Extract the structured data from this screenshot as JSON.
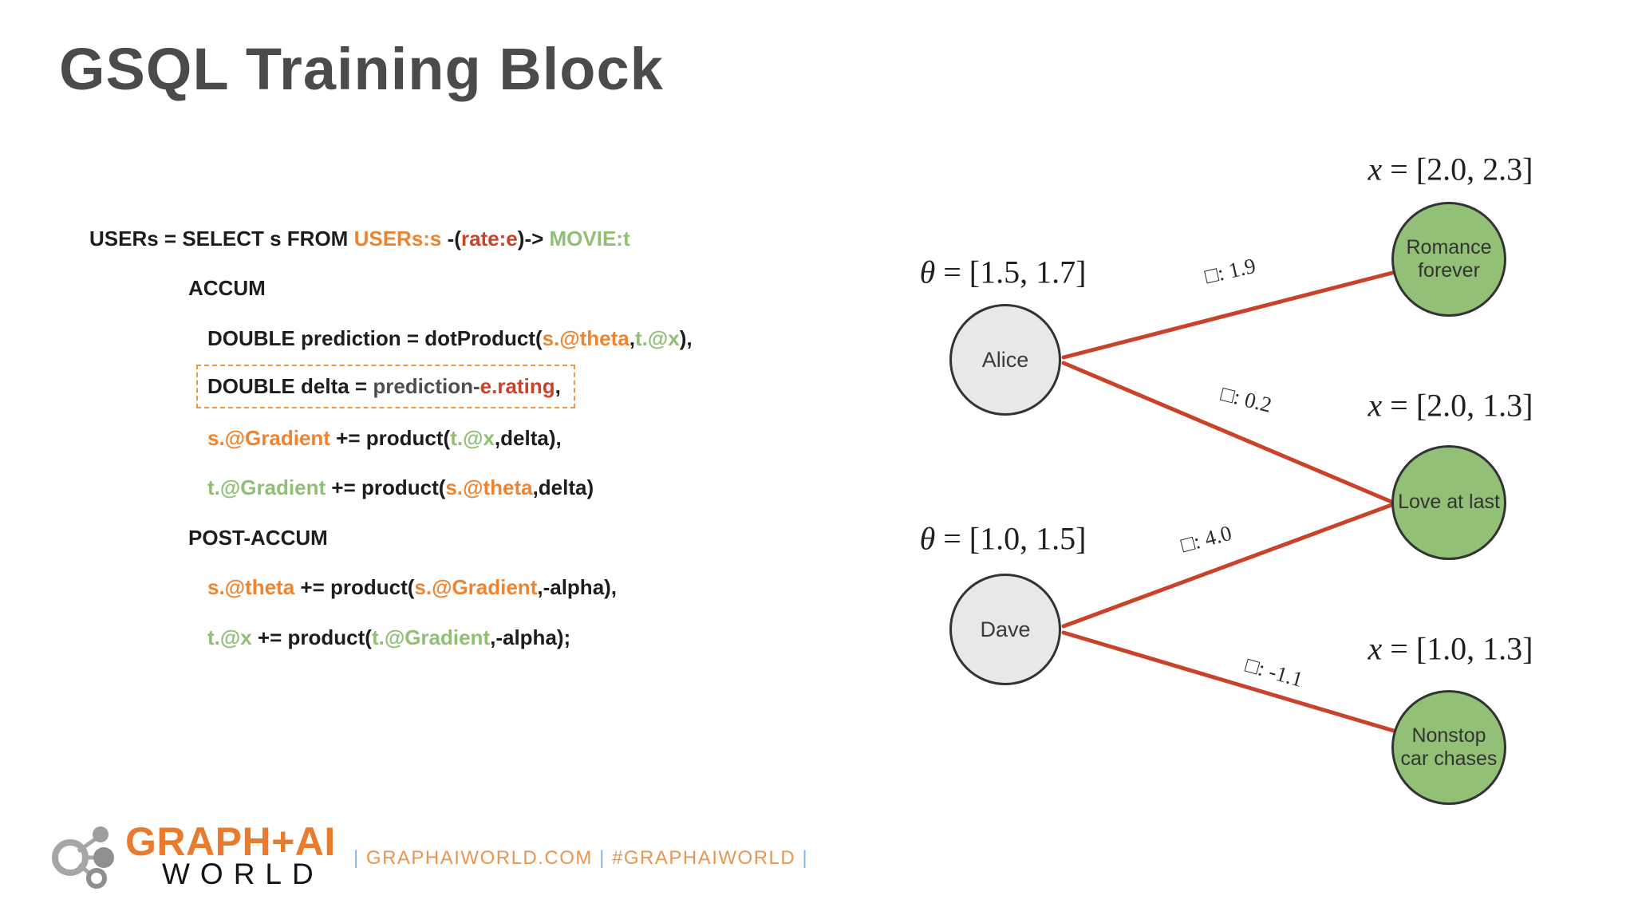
{
  "slide": {
    "title": "GSQL Training Block"
  },
  "colors": {
    "title": "#4b4b4b",
    "code_black": "#1d1d1f",
    "code_orange": "#ef8430",
    "code_red": "#c7432b",
    "code_green": "#8fc073",
    "code_gray": "#4f4f52",
    "delta_box_border": "#e79a43",
    "edge": "#c8432a",
    "user_node_fill": "#e9e7e8",
    "movie_node_fill": "#93c077",
    "node_border": "#333333",
    "logo_orange": "#e87b2e",
    "footer_link_orange": "#e8964d",
    "footer_pipe_blue": "#8ab5d9"
  },
  "code": {
    "lines": [
      {
        "indent": 0,
        "tokens": [
          {
            "t": "USERs = SELECT s FROM ",
            "c": "k"
          },
          {
            "t": "USERs:s",
            "c": "o"
          },
          {
            "t": " -(",
            "c": "k"
          },
          {
            "t": "rate:e",
            "c": "r"
          },
          {
            "t": ")-> ",
            "c": "k"
          },
          {
            "t": "MOVIE:t",
            "c": "g"
          }
        ]
      },
      {
        "indent": 1,
        "tokens": [
          {
            "t": "ACCUM",
            "c": "k"
          }
        ]
      },
      {
        "indent": 2,
        "tokens": [
          {
            "t": "DOUBLE prediction = dotProduct(",
            "c": "k"
          },
          {
            "t": "s.@theta",
            "c": "o"
          },
          {
            "t": ",",
            "c": "k"
          },
          {
            "t": "t.@x",
            "c": "g"
          },
          {
            "t": "),",
            "c": "k"
          }
        ]
      },
      {
        "indent": 2,
        "boxed": true,
        "tokens": [
          {
            "t": "DOUBLE delta = ",
            "c": "k"
          },
          {
            "t": "prediction-",
            "c": "gy"
          },
          {
            "t": "e.rating",
            "c": "r"
          },
          {
            "t": ",",
            "c": "k"
          }
        ]
      },
      {
        "indent": 2,
        "tokens": [
          {
            "t": "s.@Gradient",
            "c": "o"
          },
          {
            "t": " += product(",
            "c": "k"
          },
          {
            "t": "t.@x",
            "c": "g"
          },
          {
            "t": ",delta),",
            "c": "k"
          }
        ]
      },
      {
        "indent": 2,
        "tokens": [
          {
            "t": "t.@Gradient",
            "c": "g"
          },
          {
            "t": " += product(",
            "c": "k"
          },
          {
            "t": "s.@theta",
            "c": "o"
          },
          {
            "t": ",delta)",
            "c": "k"
          }
        ]
      },
      {
        "indent": 1,
        "tokens": [
          {
            "t": "POST-ACCUM",
            "c": "k"
          }
        ]
      },
      {
        "indent": 2,
        "tokens": [
          {
            "t": "s.@theta",
            "c": "o"
          },
          {
            "t": " += product(",
            "c": "k"
          },
          {
            "t": "s.@Gradient",
            "c": "o"
          },
          {
            "t": ",-alpha),",
            "c": "k"
          }
        ]
      },
      {
        "indent": 2,
        "tokens": [
          {
            "t": "t.@x",
            "c": "g"
          },
          {
            "t": " += product(",
            "c": "k"
          },
          {
            "t": "t.@Gradient",
            "c": "g"
          },
          {
            "t": ",-alpha);",
            "c": "k"
          }
        ]
      }
    ]
  },
  "graph": {
    "nodes": [
      {
        "id": "alice",
        "name": "Alice",
        "type": "user",
        "param": {
          "var": "θ",
          "rest": "= [1.5, 1.7]"
        }
      },
      {
        "id": "dave",
        "name": "Dave",
        "type": "user",
        "param": {
          "var": "θ",
          "rest": "= [1.0, 1.5]"
        }
      },
      {
        "id": "romance-forever",
        "name": "Romance forever",
        "type": "movie",
        "param": {
          "var": "x",
          "rest": "= [2.0, 2.3]"
        }
      },
      {
        "id": "love-at-last",
        "name": "Love at last",
        "type": "movie",
        "param": {
          "var": "x",
          "rest": "= [2.0, 1.3]"
        }
      },
      {
        "id": "nonstop-car-chases",
        "name": "Nonstop car chases",
        "type": "movie",
        "param": {
          "var": "x",
          "rest": "= [1.0, 1.3]"
        }
      }
    ],
    "edges": [
      {
        "from": "Alice",
        "to": "Romance forever",
        "label": "□: 1.9"
      },
      {
        "from": "Alice",
        "to": "Love at last",
        "label": "□: 0.2"
      },
      {
        "from": "Dave",
        "to": "Love at last",
        "label": "□: 4.0"
      },
      {
        "from": "Dave",
        "to": "Nonstop car chases",
        "label": "□: -1.1"
      }
    ]
  },
  "footer": {
    "logo_line1": "GRAPH+AI",
    "logo_line2": "WORLD",
    "links_tokens": [
      {
        "t": "|  ",
        "c": "b"
      },
      {
        "t": "GRAPHAIWORLD.COM",
        "c": "o"
      },
      {
        "t": "  |  ",
        "c": "b"
      },
      {
        "t": "#GRAPHAIWORLD",
        "c": "o"
      },
      {
        "t": " |",
        "c": "b"
      }
    ]
  }
}
